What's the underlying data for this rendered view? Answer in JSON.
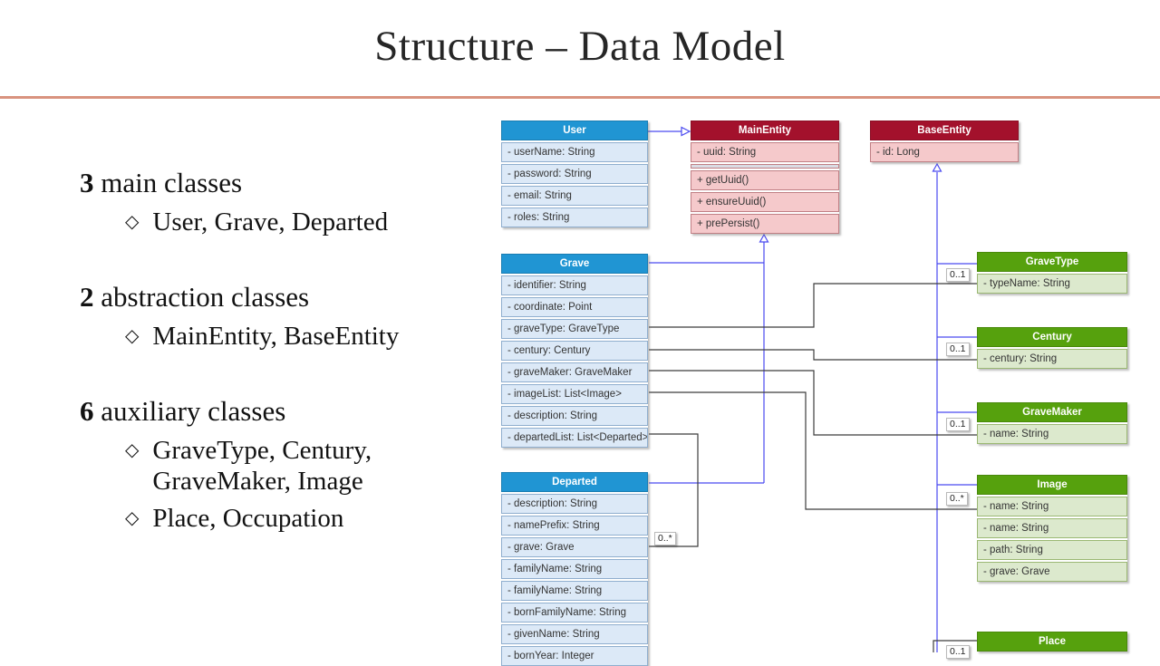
{
  "slide": {
    "title": "Structure – Data Model",
    "accent_line_color": "#D9937F"
  },
  "outline": {
    "bullet_glyph": "◇",
    "items": [
      {
        "count": "3",
        "label": " main classes",
        "bullets": [
          "User, Grave, Departed"
        ]
      },
      {
        "count": "2",
        "label": " abstraction classes",
        "bullets": [
          "MainEntity, BaseEntity"
        ]
      },
      {
        "count": "6",
        "label": " auxiliary classes",
        "bullets": [
          "GraveType, Century, GraveMaker, Image",
          "Place, Occupation"
        ]
      }
    ]
  },
  "diagram": {
    "classes": [
      {
        "name": "User",
        "scheme": "blue",
        "rows": [
          "- userName: String",
          "- password: String",
          "- email: String",
          "- roles: String"
        ]
      },
      {
        "name": "MainEntity",
        "scheme": "red",
        "rows": [
          "- uuid: String"
        ],
        "methods": [
          "+ getUuid()",
          "+ ensureUuid()",
          "+ prePersist()"
        ]
      },
      {
        "name": "BaseEntity",
        "scheme": "red",
        "rows": [
          "- id: Long"
        ]
      },
      {
        "name": "Grave",
        "scheme": "blue",
        "rows": [
          "- identifier: String",
          "- coordinate: Point",
          "- graveType: GraveType",
          "- century: Century",
          "- graveMaker: GraveMaker",
          "- imageList: List<Image>",
          "- description: String",
          "- departedList: List<Departed>"
        ]
      },
      {
        "name": "Departed",
        "scheme": "blue",
        "rows": [
          "- description: String",
          "- namePrefix: String",
          "- grave: Grave",
          "- familyName: String",
          "- familyName: String",
          "- bornFamilyName: String",
          "- givenName: String",
          "- bornYear: Integer"
        ]
      },
      {
        "name": "GraveType",
        "scheme": "green",
        "rows": [
          "- typeName: String"
        ]
      },
      {
        "name": "Century",
        "scheme": "green",
        "rows": [
          "- century: String"
        ]
      },
      {
        "name": "GraveMaker",
        "scheme": "green",
        "rows": [
          "- name: String"
        ]
      },
      {
        "name": "Image",
        "scheme": "green",
        "rows": [
          "- name: String",
          "- name: String",
          "- path: String",
          "- grave: Grave"
        ]
      },
      {
        "name": "Place",
        "scheme": "green",
        "rows": []
      }
    ],
    "multiplicities": [
      {
        "text": "0..1",
        "near": "GraveType"
      },
      {
        "text": "0..1",
        "near": "Century"
      },
      {
        "text": "0..1",
        "near": "GraveMaker"
      },
      {
        "text": "0..*",
        "near": "Image"
      },
      {
        "text": "0..*",
        "near": "Departed"
      },
      {
        "text": "0..1",
        "near": "Place"
      }
    ],
    "colors": {
      "inheritance_line": "#4A4AF0",
      "association_line": "#3C3C3C",
      "blue_header": "#2095D3",
      "blue_fill": "#DCE9F7",
      "red_header": "#A3112C",
      "red_fill": "#F5C9CB",
      "green_header": "#56A10D",
      "green_fill": "#DCE9CD"
    }
  }
}
